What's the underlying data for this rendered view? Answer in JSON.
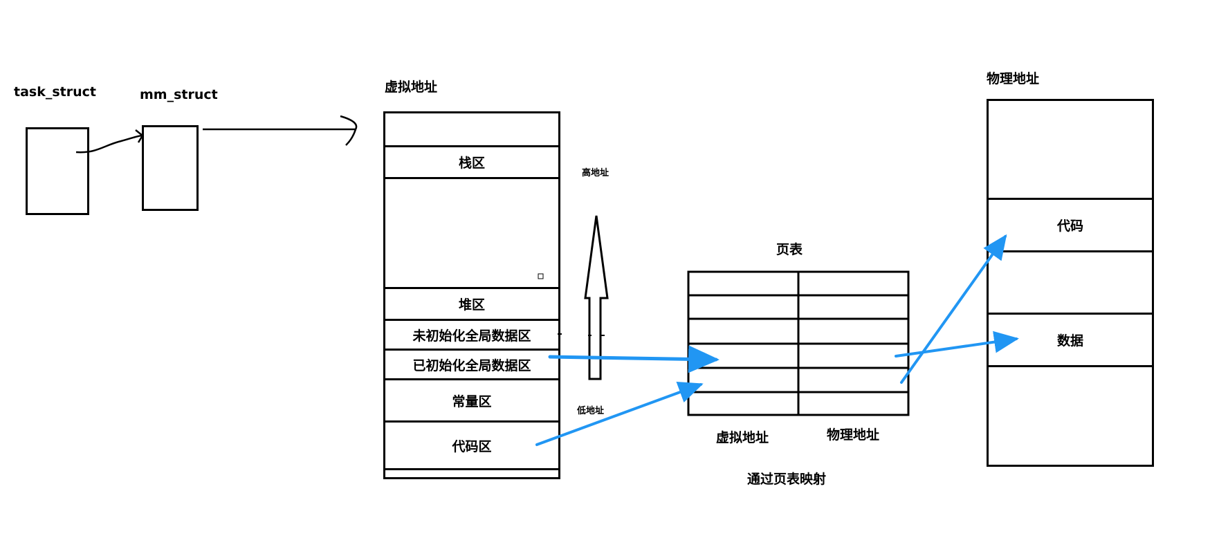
{
  "task_struct": {
    "label": "task_struct"
  },
  "mm_struct": {
    "label": "mm_struct"
  },
  "virtual_space": {
    "title": "虚拟地址",
    "regions": {
      "stack": "栈区",
      "heap": "堆区",
      "bss": "未初始化全局数据区",
      "data": "已初始化全局数据区",
      "const": "常量区",
      "code": "代码区"
    },
    "high_address": "高地址",
    "low_address": "低地址"
  },
  "page_table": {
    "title": "页表",
    "col_virtual": "虚拟地址",
    "col_physical": "物理地址",
    "caption": "通过页表映射"
  },
  "physical_memory": {
    "title": "物理地址",
    "regions": {
      "code": "代码",
      "data": "数据"
    }
  },
  "colors": {
    "mapping_arrow": "#2196f3",
    "line": "#000000"
  }
}
